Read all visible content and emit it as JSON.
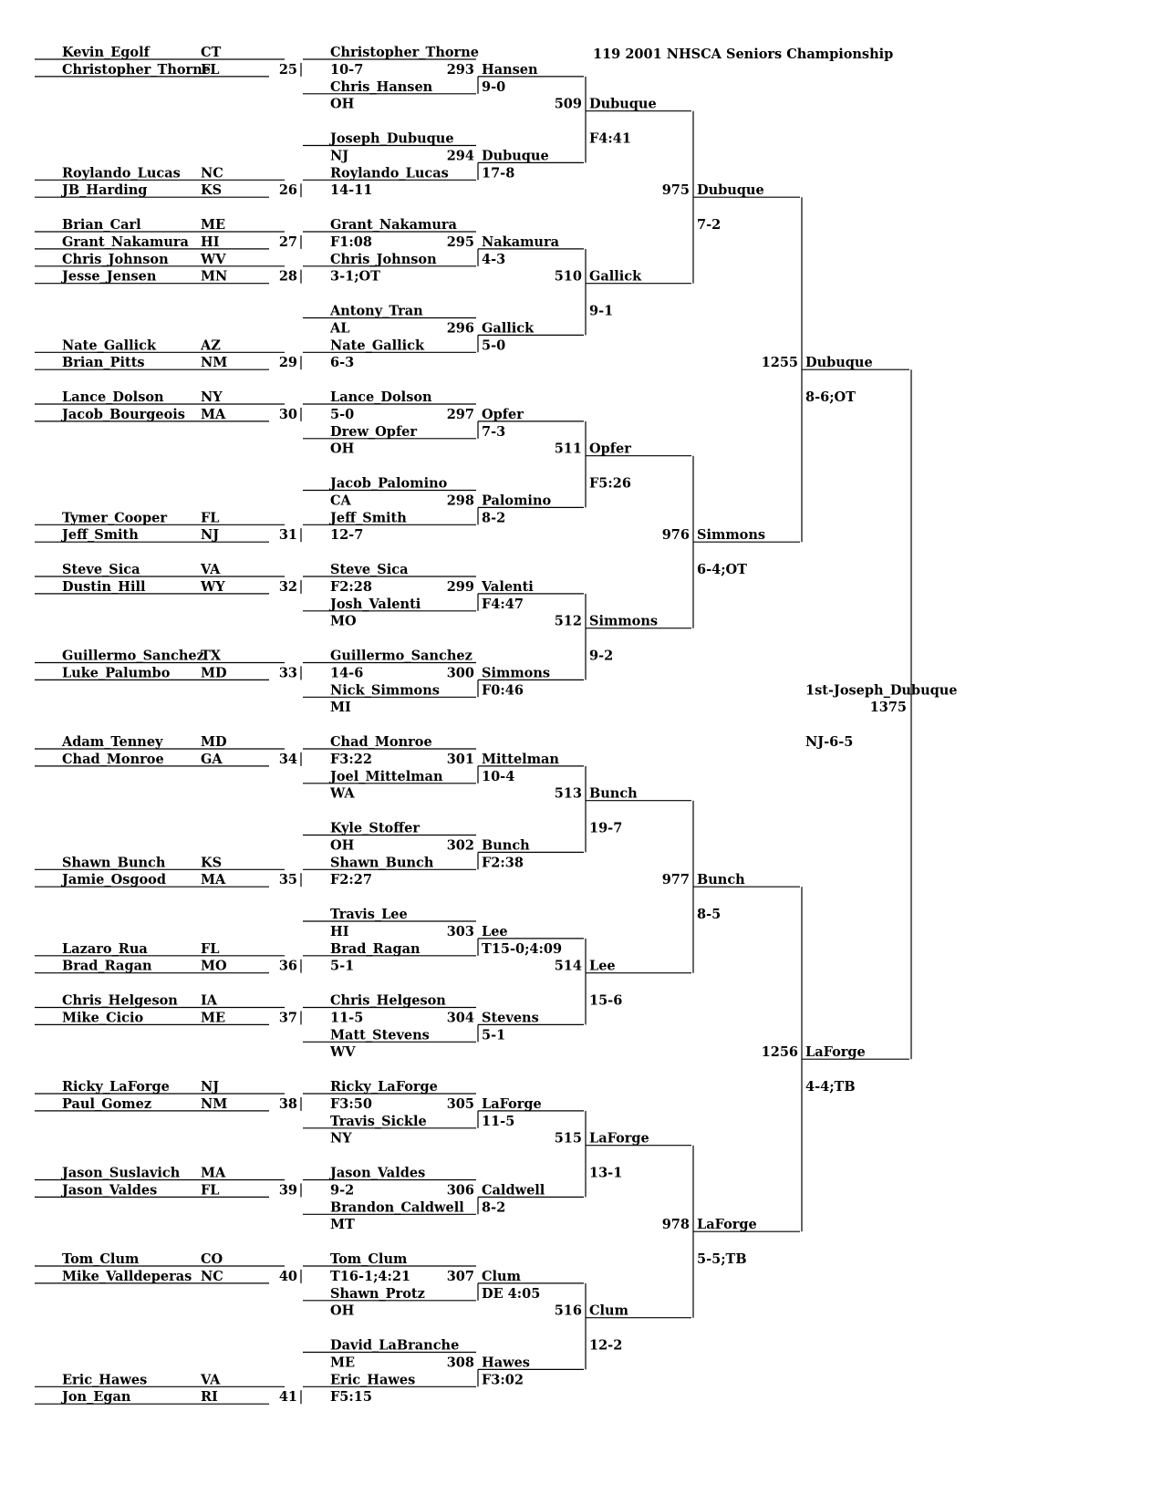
{
  "title": "119 2001 NHSCA Seniors Championship",
  "r1": [
    {
      "a": {
        "name": "Kevin_Egolf",
        "st": "CT"
      },
      "b": {
        "name": "Christopher_Thorne",
        "st": "FL"
      },
      "bout": "25"
    },
    {
      "a": {
        "name": "Roylando_Lucas",
        "st": "NC"
      },
      "b": {
        "name": "JB_Harding",
        "st": "KS"
      },
      "bout": "26"
    },
    {
      "a": {
        "name": "Brian_Carl",
        "st": "ME"
      },
      "b": {
        "name": "Grant_Nakamura",
        "st": "HI"
      },
      "bout": "27"
    },
    {
      "a": {
        "name": "Chris_Johnson",
        "st": "WV"
      },
      "b": {
        "name": "Jesse_Jensen",
        "st": "MN"
      },
      "bout": "28"
    },
    {
      "a": {
        "name": "Nate_Gallick",
        "st": "AZ"
      },
      "b": {
        "name": "Brian_Pitts",
        "st": "NM"
      },
      "bout": "29"
    },
    {
      "a": {
        "name": "Lance_Dolson",
        "st": "NY"
      },
      "b": {
        "name": "Jacob_Bourgeois",
        "st": "MA"
      },
      "bout": "30"
    },
    {
      "a": {
        "name": "Tymer_Cooper",
        "st": "FL"
      },
      "b": {
        "name": "Jeff_Smith",
        "st": "NJ"
      },
      "bout": "31"
    },
    {
      "a": {
        "name": "Steve_Sica",
        "st": "VA"
      },
      "b": {
        "name": "Dustin_Hill",
        "st": "WY"
      },
      "bout": "32"
    },
    {
      "a": {
        "name": "Guillermo_Sanchez",
        "st": "TX"
      },
      "b": {
        "name": "Luke_Palumbo",
        "st": "MD"
      },
      "bout": "33"
    },
    {
      "a": {
        "name": "Adam_Tenney",
        "st": "MD"
      },
      "b": {
        "name": "Chad_Monroe",
        "st": "GA"
      },
      "bout": "34"
    },
    {
      "a": {
        "name": "Shawn_Bunch",
        "st": "KS"
      },
      "b": {
        "name": "Jamie_Osgood",
        "st": "MA"
      },
      "bout": "35"
    },
    {
      "a": {
        "name": "Lazaro_Rua",
        "st": "FL"
      },
      "b": {
        "name": "Brad_Ragan",
        "st": "MO"
      },
      "bout": "36"
    },
    {
      "a": {
        "name": "Chris_Helgeson",
        "st": "IA"
      },
      "b": {
        "name": "Mike_Cicio",
        "st": "ME"
      },
      "bout": "37"
    },
    {
      "a": {
        "name": "Ricky_LaForge",
        "st": "NJ"
      },
      "b": {
        "name": "Paul_Gomez",
        "st": "NM"
      },
      "bout": "38"
    },
    {
      "a": {
        "name": "Jason_Suslavich",
        "st": "MA"
      },
      "b": {
        "name": "Jason_Valdes",
        "st": "FL"
      },
      "bout": "39"
    },
    {
      "a": {
        "name": "Tom_Clum",
        "st": "CO"
      },
      "b": {
        "name": "Mike_Valldeperas",
        "st": "NC"
      },
      "bout": "40"
    },
    {
      "a": {
        "name": "Eric_Hawes",
        "st": "VA"
      },
      "b": {
        "name": "Jon_Egan",
        "st": "RI"
      },
      "bout": "41"
    }
  ],
  "r2": [
    {
      "a": {
        "name": "Christopher_Thorne",
        "info": "10-7"
      },
      "b": {
        "name": "Chris_Hansen",
        "info": "OH"
      },
      "bout": "293",
      "winner": "Hansen",
      "score": "9-0"
    },
    {
      "a": {
        "name": "Joseph_Dubuque",
        "info": "NJ"
      },
      "b": {
        "name": "Roylando_Lucas",
        "info": "14-11"
      },
      "bout": "294",
      "winner": "Dubuque",
      "score": "17-8"
    },
    {
      "a": {
        "name": "Grant_Nakamura",
        "info": "F1:08"
      },
      "b": {
        "name": "Chris_Johnson",
        "info": "3-1;OT"
      },
      "bout": "295",
      "winner": "Nakamura",
      "score": "4-3"
    },
    {
      "a": {
        "name": "Antony_Tran",
        "info": "AL"
      },
      "b": {
        "name": "Nate_Gallick",
        "info": "6-3"
      },
      "bout": "296",
      "winner": "Gallick",
      "score": "5-0"
    },
    {
      "a": {
        "name": "Lance_Dolson",
        "info": "5-0"
      },
      "b": {
        "name": "Drew_Opfer",
        "info": "OH"
      },
      "bout": "297",
      "winner": "Opfer",
      "score": "7-3"
    },
    {
      "a": {
        "name": "Jacob_Palomino",
        "info": "CA"
      },
      "b": {
        "name": "Jeff_Smith",
        "info": "12-7"
      },
      "bout": "298",
      "winner": "Palomino",
      "score": "8-2"
    },
    {
      "a": {
        "name": "Steve_Sica",
        "info": "F2:28"
      },
      "b": {
        "name": "Josh_Valenti",
        "info": "MO"
      },
      "bout": "299",
      "winner": "Valenti",
      "score": "F4:47"
    },
    {
      "a": {
        "name": "Guillermo_Sanchez",
        "info": "14-6"
      },
      "b": {
        "name": "Nick_Simmons",
        "info": "MI"
      },
      "bout": "300",
      "winner": "Simmons",
      "score": "F0:46"
    },
    {
      "a": {
        "name": "Chad_Monroe",
        "info": "F3:22"
      },
      "b": {
        "name": "Joel_Mittelman",
        "info": "WA"
      },
      "bout": "301",
      "winner": "Mittelman",
      "score": "10-4"
    },
    {
      "a": {
        "name": "Kyle_Stoffer",
        "info": "OH"
      },
      "b": {
        "name": "Shawn_Bunch",
        "info": "F2:27"
      },
      "bout": "302",
      "winner": "Bunch",
      "score": "F2:38"
    },
    {
      "a": {
        "name": "Travis_Lee",
        "info": "HI"
      },
      "b": {
        "name": "Brad_Ragan",
        "info": "5-1"
      },
      "bout": "303",
      "winner": "Lee",
      "score": "T15-0;4:09"
    },
    {
      "a": {
        "name": "Chris_Helgeson",
        "info": "11-5"
      },
      "b": {
        "name": "Matt_Stevens",
        "info": "WV"
      },
      "bout": "304",
      "winner": "Stevens",
      "score": "5-1"
    },
    {
      "a": {
        "name": "Ricky_LaForge",
        "info": "F3:50"
      },
      "b": {
        "name": "Travis_Sickle",
        "info": "NY"
      },
      "bout": "305",
      "winner": "LaForge",
      "score": "11-5"
    },
    {
      "a": {
        "name": "Jason_Valdes",
        "info": "9-2"
      },
      "b": {
        "name": "Brandon_Caldwell",
        "info": "MT"
      },
      "bout": "306",
      "winner": "Caldwell",
      "score": "8-2"
    },
    {
      "a": {
        "name": "Tom_Clum",
        "info": "T16-1;4:21"
      },
      "b": {
        "name": "Shawn_Protz",
        "info": "OH"
      },
      "bout": "307",
      "winner": "Clum",
      "score": "DE 4:05"
    },
    {
      "a": {
        "name": "David_LaBranche",
        "info": "ME"
      },
      "b": {
        "name": "Eric_Hawes",
        "info": "F5:15"
      },
      "bout": "308",
      "winner": "Hawes",
      "score": "F3:02"
    }
  ],
  "r3": [
    {
      "bout": "509",
      "winner": "Dubuque",
      "score": "F4:41"
    },
    {
      "bout": "510",
      "winner": "Gallick",
      "score": "9-1"
    },
    {
      "bout": "511",
      "winner": "Opfer",
      "score": "F5:26"
    },
    {
      "bout": "512",
      "winner": "Simmons",
      "score": "9-2"
    },
    {
      "bout": "513",
      "winner": "Bunch",
      "score": "19-7"
    },
    {
      "bout": "514",
      "winner": "Lee",
      "score": "15-6"
    },
    {
      "bout": "515",
      "winner": "LaForge",
      "score": "13-1"
    },
    {
      "bout": "516",
      "winner": "Clum",
      "score": "12-2"
    }
  ],
  "r4": [
    {
      "bout": "975",
      "winner": "Dubuque",
      "score": "7-2"
    },
    {
      "bout": "976",
      "winner": "Simmons",
      "score": "6-4;OT"
    },
    {
      "bout": "977",
      "winner": "Bunch",
      "score": "8-5"
    },
    {
      "bout": "978",
      "winner": "LaForge",
      "score": "5-5;TB"
    }
  ],
  "r5": [
    {
      "bout": "1255",
      "winner": "Dubuque",
      "score": "8-6;OT"
    },
    {
      "bout": "1256",
      "winner": "LaForge",
      "score": "4-4;TB"
    }
  ],
  "final": {
    "champion": "1st-Joseph_Dubuque",
    "bout": "1375",
    "result": "NJ-6-5"
  }
}
